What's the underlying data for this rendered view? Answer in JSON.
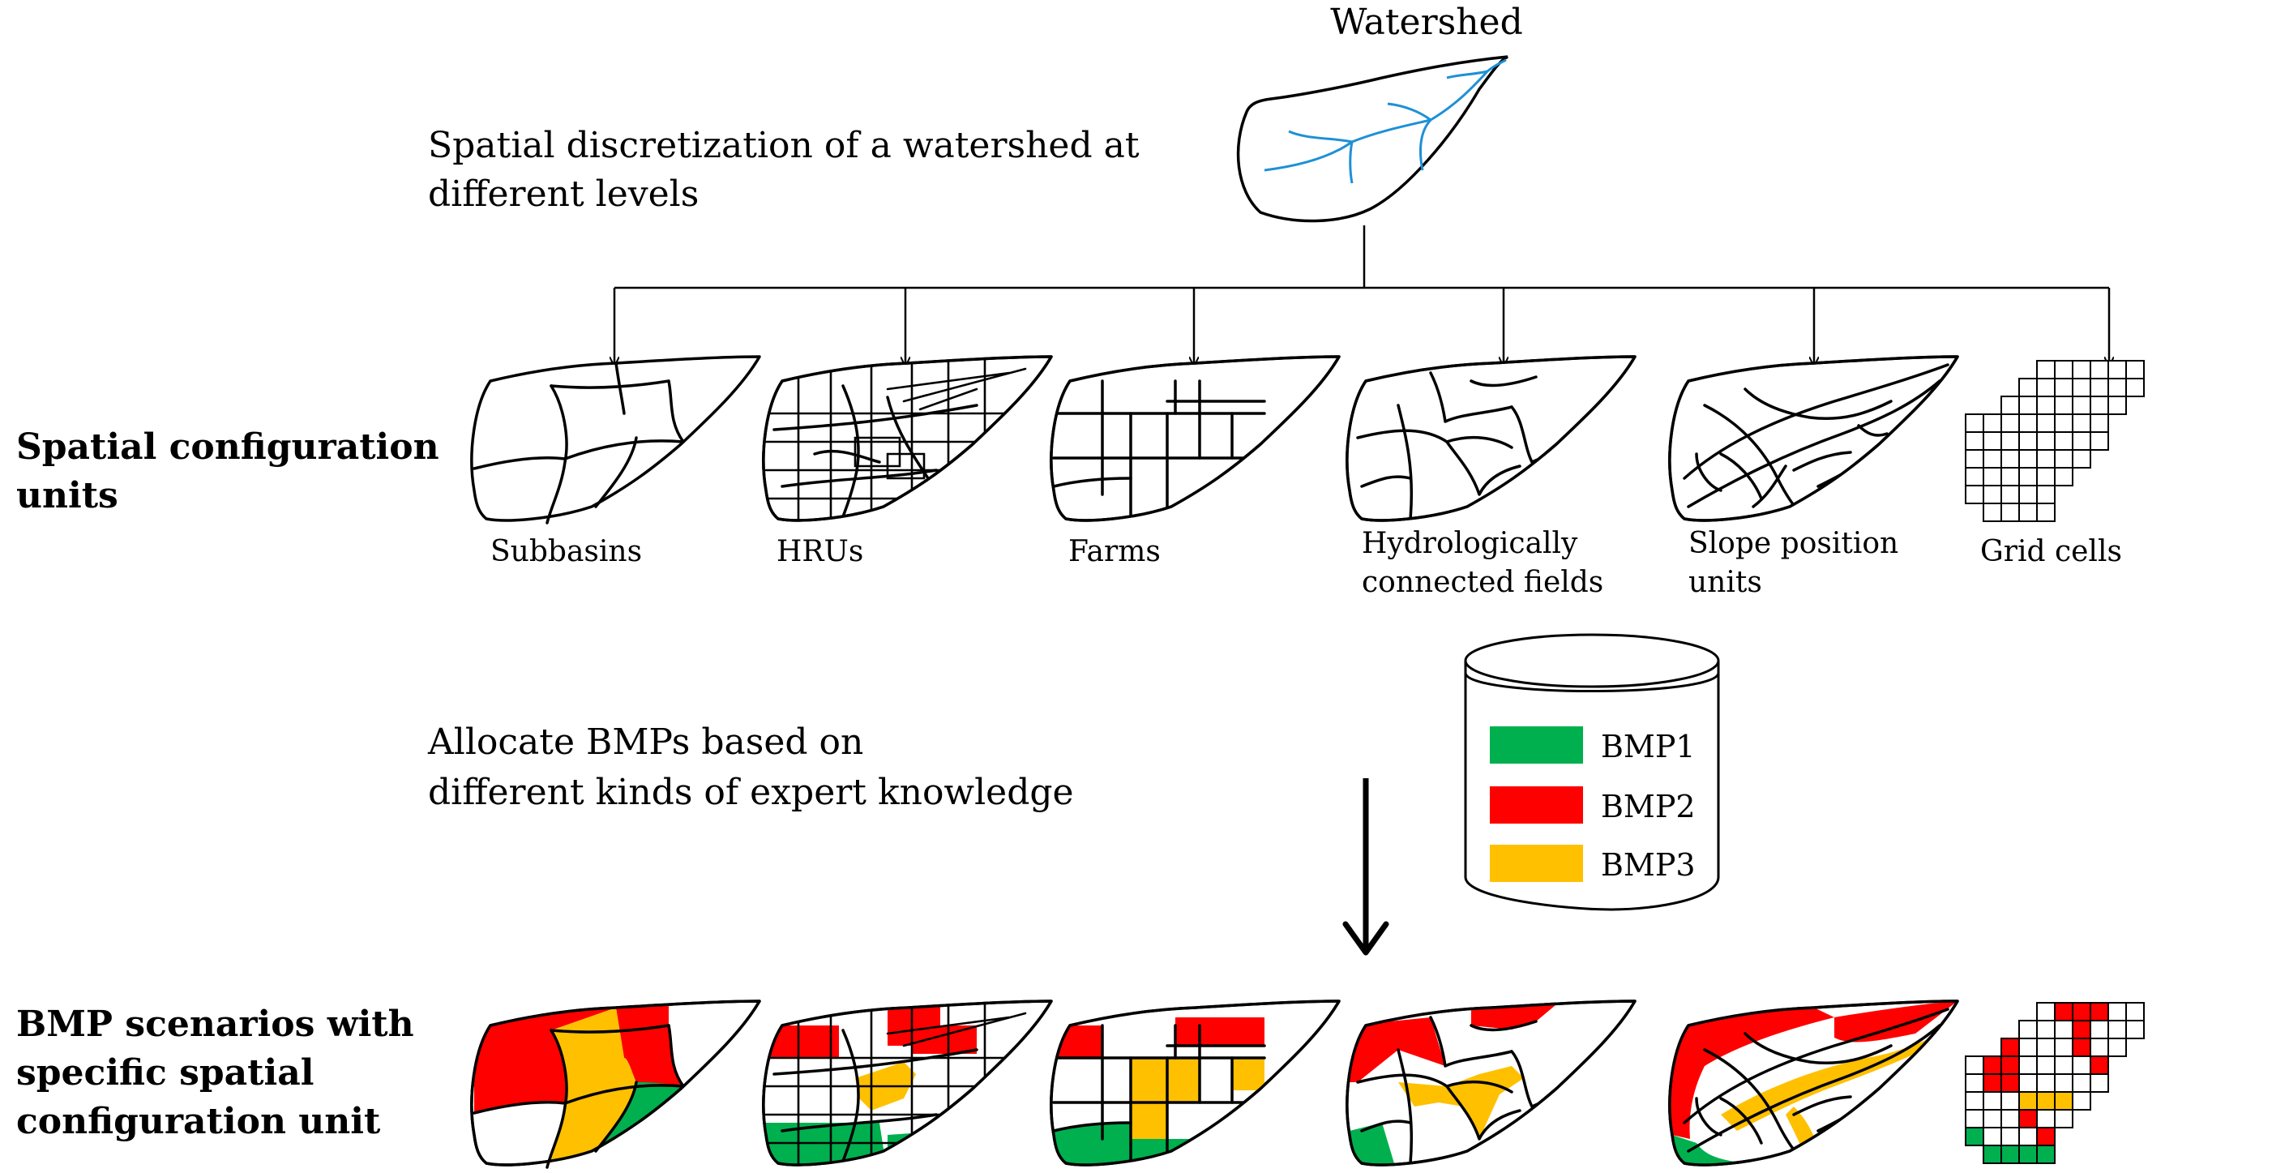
{
  "header": {
    "title": "Watershed",
    "intro_line1": "Spatial discretization of a watershed at",
    "intro_line2": "different levels"
  },
  "section_units": {
    "line1": "Spatial configuration",
    "line2": "units"
  },
  "units": [
    {
      "id": "subbasins",
      "label1": "Subbasins",
      "label2": ""
    },
    {
      "id": "hrus",
      "label1": "HRUs",
      "label2": ""
    },
    {
      "id": "farms",
      "label1": "Farms",
      "label2": ""
    },
    {
      "id": "hcf",
      "label1": "Hydrologically",
      "label2": "connected fields"
    },
    {
      "id": "spu",
      "label1": "Slope position",
      "label2": "units"
    },
    {
      "id": "grid",
      "label1": "Grid cells",
      "label2": ""
    }
  ],
  "allocate": {
    "line1": "Allocate BMPs based on",
    "line2": "different kinds of expert knowledge"
  },
  "legend": [
    {
      "label": "BMP1",
      "color": "#00b04f"
    },
    {
      "label": "BMP2",
      "color": "#ff0000"
    },
    {
      "label": "BMP3",
      "color": "#ffc000"
    }
  ],
  "section_scenarios": {
    "line1": "BMP scenarios  with",
    "line2": "specific spatial",
    "line3": "configuration unit"
  },
  "colors": {
    "river": "#1e90d6",
    "bmp1": "#00b04f",
    "bmp2": "#ff0000",
    "bmp3": "#ffc000"
  }
}
